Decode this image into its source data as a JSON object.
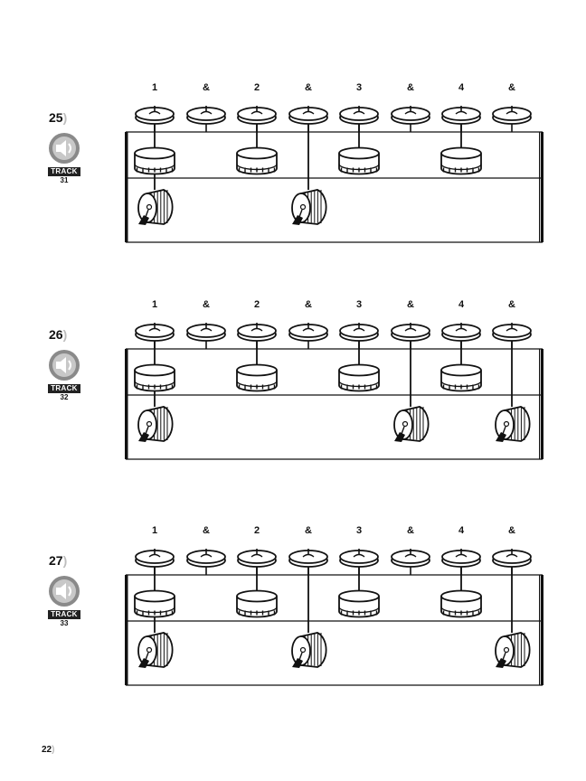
{
  "counts": [
    "1",
    "&",
    "2",
    "&",
    "3",
    "&",
    "4",
    "&"
  ],
  "exercises": [
    {
      "number": "25",
      "paren": ")",
      "track_label": "TRACK",
      "track_number": "31",
      "hihat": [
        true,
        true,
        true,
        true,
        true,
        true,
        true,
        true
      ],
      "snare": [
        true,
        false,
        true,
        false,
        true,
        false,
        true,
        false
      ],
      "kick": [
        true,
        false,
        false,
        true,
        false,
        false,
        false,
        false
      ]
    },
    {
      "number": "26",
      "paren": ")",
      "track_label": "TRACK",
      "track_number": "32",
      "hihat": [
        true,
        true,
        true,
        true,
        true,
        true,
        true,
        true
      ],
      "snare": [
        true,
        false,
        true,
        false,
        true,
        false,
        true,
        false
      ],
      "kick": [
        true,
        false,
        false,
        false,
        false,
        true,
        false,
        true
      ]
    },
    {
      "number": "27",
      "paren": ")",
      "track_label": "TRACK",
      "track_number": "33",
      "hihat": [
        true,
        true,
        true,
        true,
        true,
        true,
        true,
        true
      ],
      "snare": [
        true,
        false,
        true,
        false,
        true,
        false,
        true,
        false
      ],
      "kick": [
        true,
        false,
        false,
        true,
        false,
        false,
        false,
        true
      ]
    }
  ],
  "page": {
    "number": "22",
    "paren": ")"
  },
  "colors": {
    "ink": "#111111",
    "paren": "#bdbdbd",
    "speaker": "#8a8a8a"
  },
  "icons": {
    "speaker": "speaker-icon",
    "hihat": "hihat-cymbal-icon",
    "snare": "snare-drum-icon",
    "kick": "bass-drum-icon"
  }
}
